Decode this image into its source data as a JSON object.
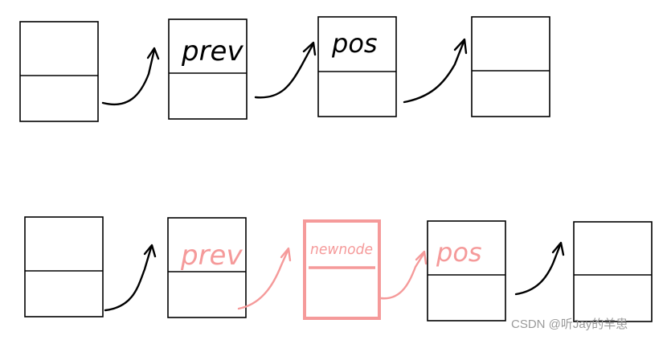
{
  "top_row": {
    "labels": [
      "",
      "prev",
      "pos",
      ""
    ]
  },
  "bottom_row": {
    "labels": [
      "",
      "prev",
      "newnode",
      "pos",
      ""
    ]
  },
  "colors": {
    "ink": "#000000",
    "highlight": "#f59a9a"
  },
  "watermark": "CSDN @听Jay的羊患"
}
